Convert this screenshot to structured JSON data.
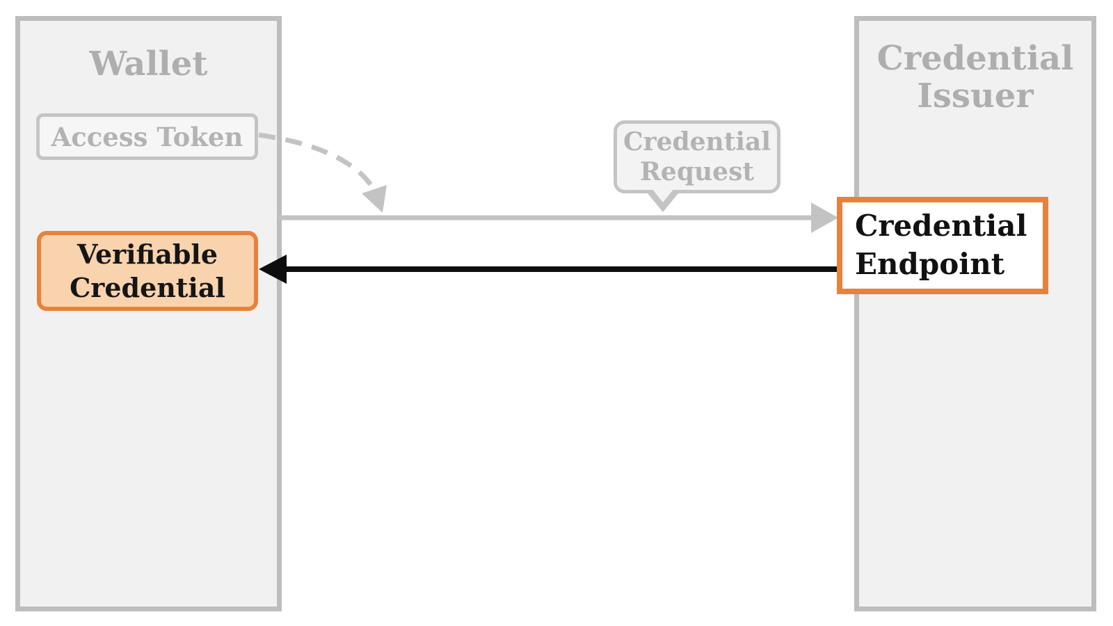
{
  "colors": {
    "panel_fill": "#f1f1f1",
    "panel_border": "#bdbdbd",
    "muted_text": "#b0b0b0",
    "muted_box_border": "#c4c4c4",
    "arrow_gray": "#c3c3c3",
    "arrow_black": "#0d0d0d",
    "accent_orange": "#e8823a",
    "credential_fill": "#f8d3ae"
  },
  "wallet": {
    "title": "Wallet",
    "access_token_label": "Access Token",
    "verifiable_credential_label": "Verifiable Credential"
  },
  "issuer": {
    "title": "Credential Issuer",
    "credential_endpoint_label": "Credential Endpoint"
  },
  "flow": {
    "credential_request_label": "Credential Request"
  }
}
